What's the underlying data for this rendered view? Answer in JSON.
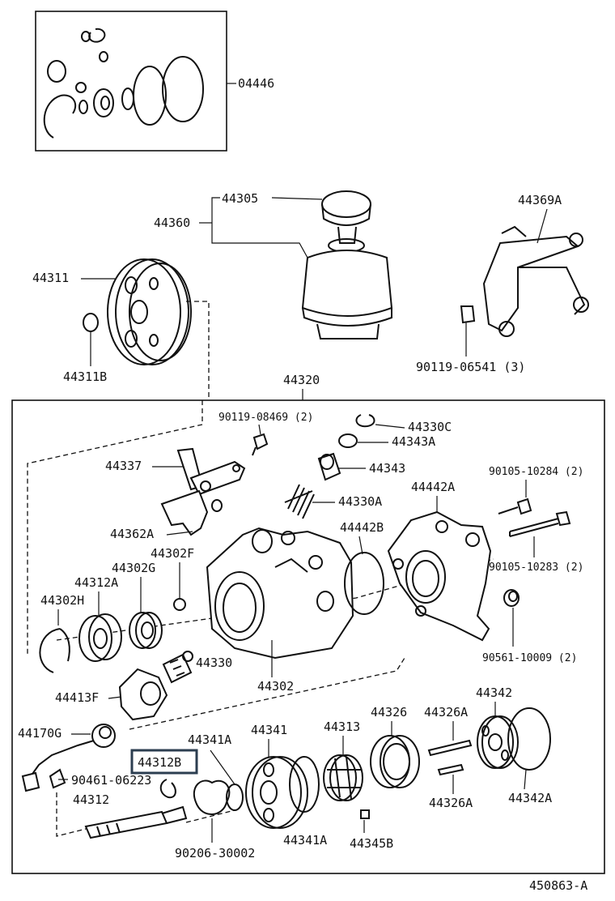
{
  "labels": {
    "kit": "04446",
    "cap": "44305",
    "reservoir": "44360",
    "bracket": "44369A",
    "pulley": "44311",
    "nut": "44311B",
    "bolt_bracket": "90119-06541 (3)",
    "pump_assy": "44320",
    "bolt_top": "90119-08469 (2)",
    "snap_ring_c": "44330C",
    "oring_a": "44343A",
    "shaft_37": "44337",
    "valve": "44343",
    "bolt_a": "90105-10284 (2)",
    "spring": "44330A",
    "housing_a": "44442A",
    "plate_62a": "44362A",
    "gasket_b": "44442B",
    "bolt_b": "90105-10283 (2)",
    "ring_f": "44302F",
    "bearing_g": "44302G",
    "bearing_a": "44312A",
    "snap_h": "44302H",
    "plug": "90561-10009 (2)",
    "valve_30": "44330",
    "body": "44302",
    "cover_f": "44413F",
    "sensor": "44170G",
    "seal_a": "44341A",
    "plate_41": "44341",
    "rotor": "44313",
    "cam_ring": "44326",
    "pin_a_top": "44326A",
    "plate_42": "44342",
    "ring_b": "44312B",
    "screw": "90461-06223",
    "shaft": "44312",
    "pin_a_bottom": "44326A",
    "cover_a": "44342A",
    "oring_902": "90206-30002",
    "seal_a_bottom": "44341A",
    "vane": "44345B",
    "figure_id": "450863-A"
  },
  "colors": {
    "line": "#111111",
    "highlight": "#2c3e50",
    "background": "#ffffff"
  }
}
